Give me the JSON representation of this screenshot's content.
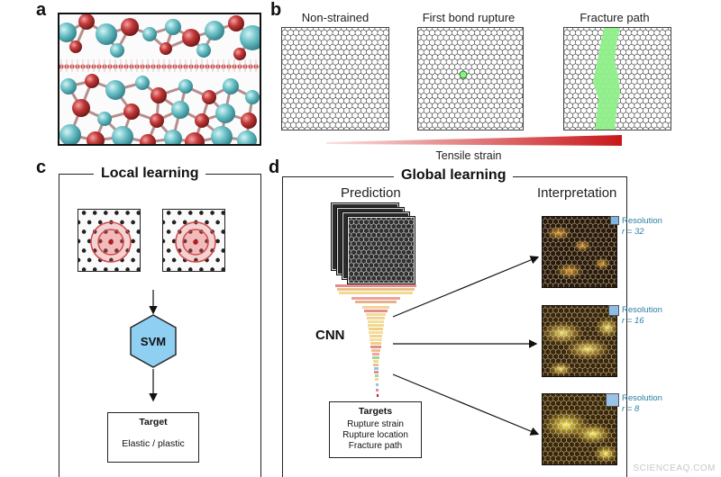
{
  "panels": {
    "a": {
      "letter": "a"
    },
    "b": {
      "letter": "b",
      "titles": [
        "Non-strained",
        "First bond rupture",
        "Fracture path"
      ],
      "strain_label": "Tensile strain"
    },
    "c": {
      "letter": "c",
      "title": "Local learning",
      "classifier": "SVM",
      "target_title": "Target",
      "target_value": "Elastic / plastic"
    },
    "d": {
      "letter": "d",
      "title": "Global learning",
      "prediction_label": "Prediction",
      "interpretation_label": "Interpretation",
      "network": "CNN",
      "targets_title": "Targets",
      "targets": [
        "Rupture strain",
        "Rupture location",
        "Fracture path"
      ],
      "resolutions": [
        {
          "label": "Resolution",
          "value": "r = 32"
        },
        {
          "label": "Resolution",
          "value": "r = 16"
        },
        {
          "label": "Resolution",
          "value": "r = 8"
        }
      ]
    }
  },
  "watermark": "SCIENCEAQ.COM",
  "colors": {
    "atom_cyan": "#6fc3c9",
    "atom_red": "#c43a3a",
    "fracture_green": "#8ff08a",
    "svm_blue": "#8ecff2",
    "resolution_text": "#2a7fa7",
    "strain_dark": "#c8171a"
  }
}
